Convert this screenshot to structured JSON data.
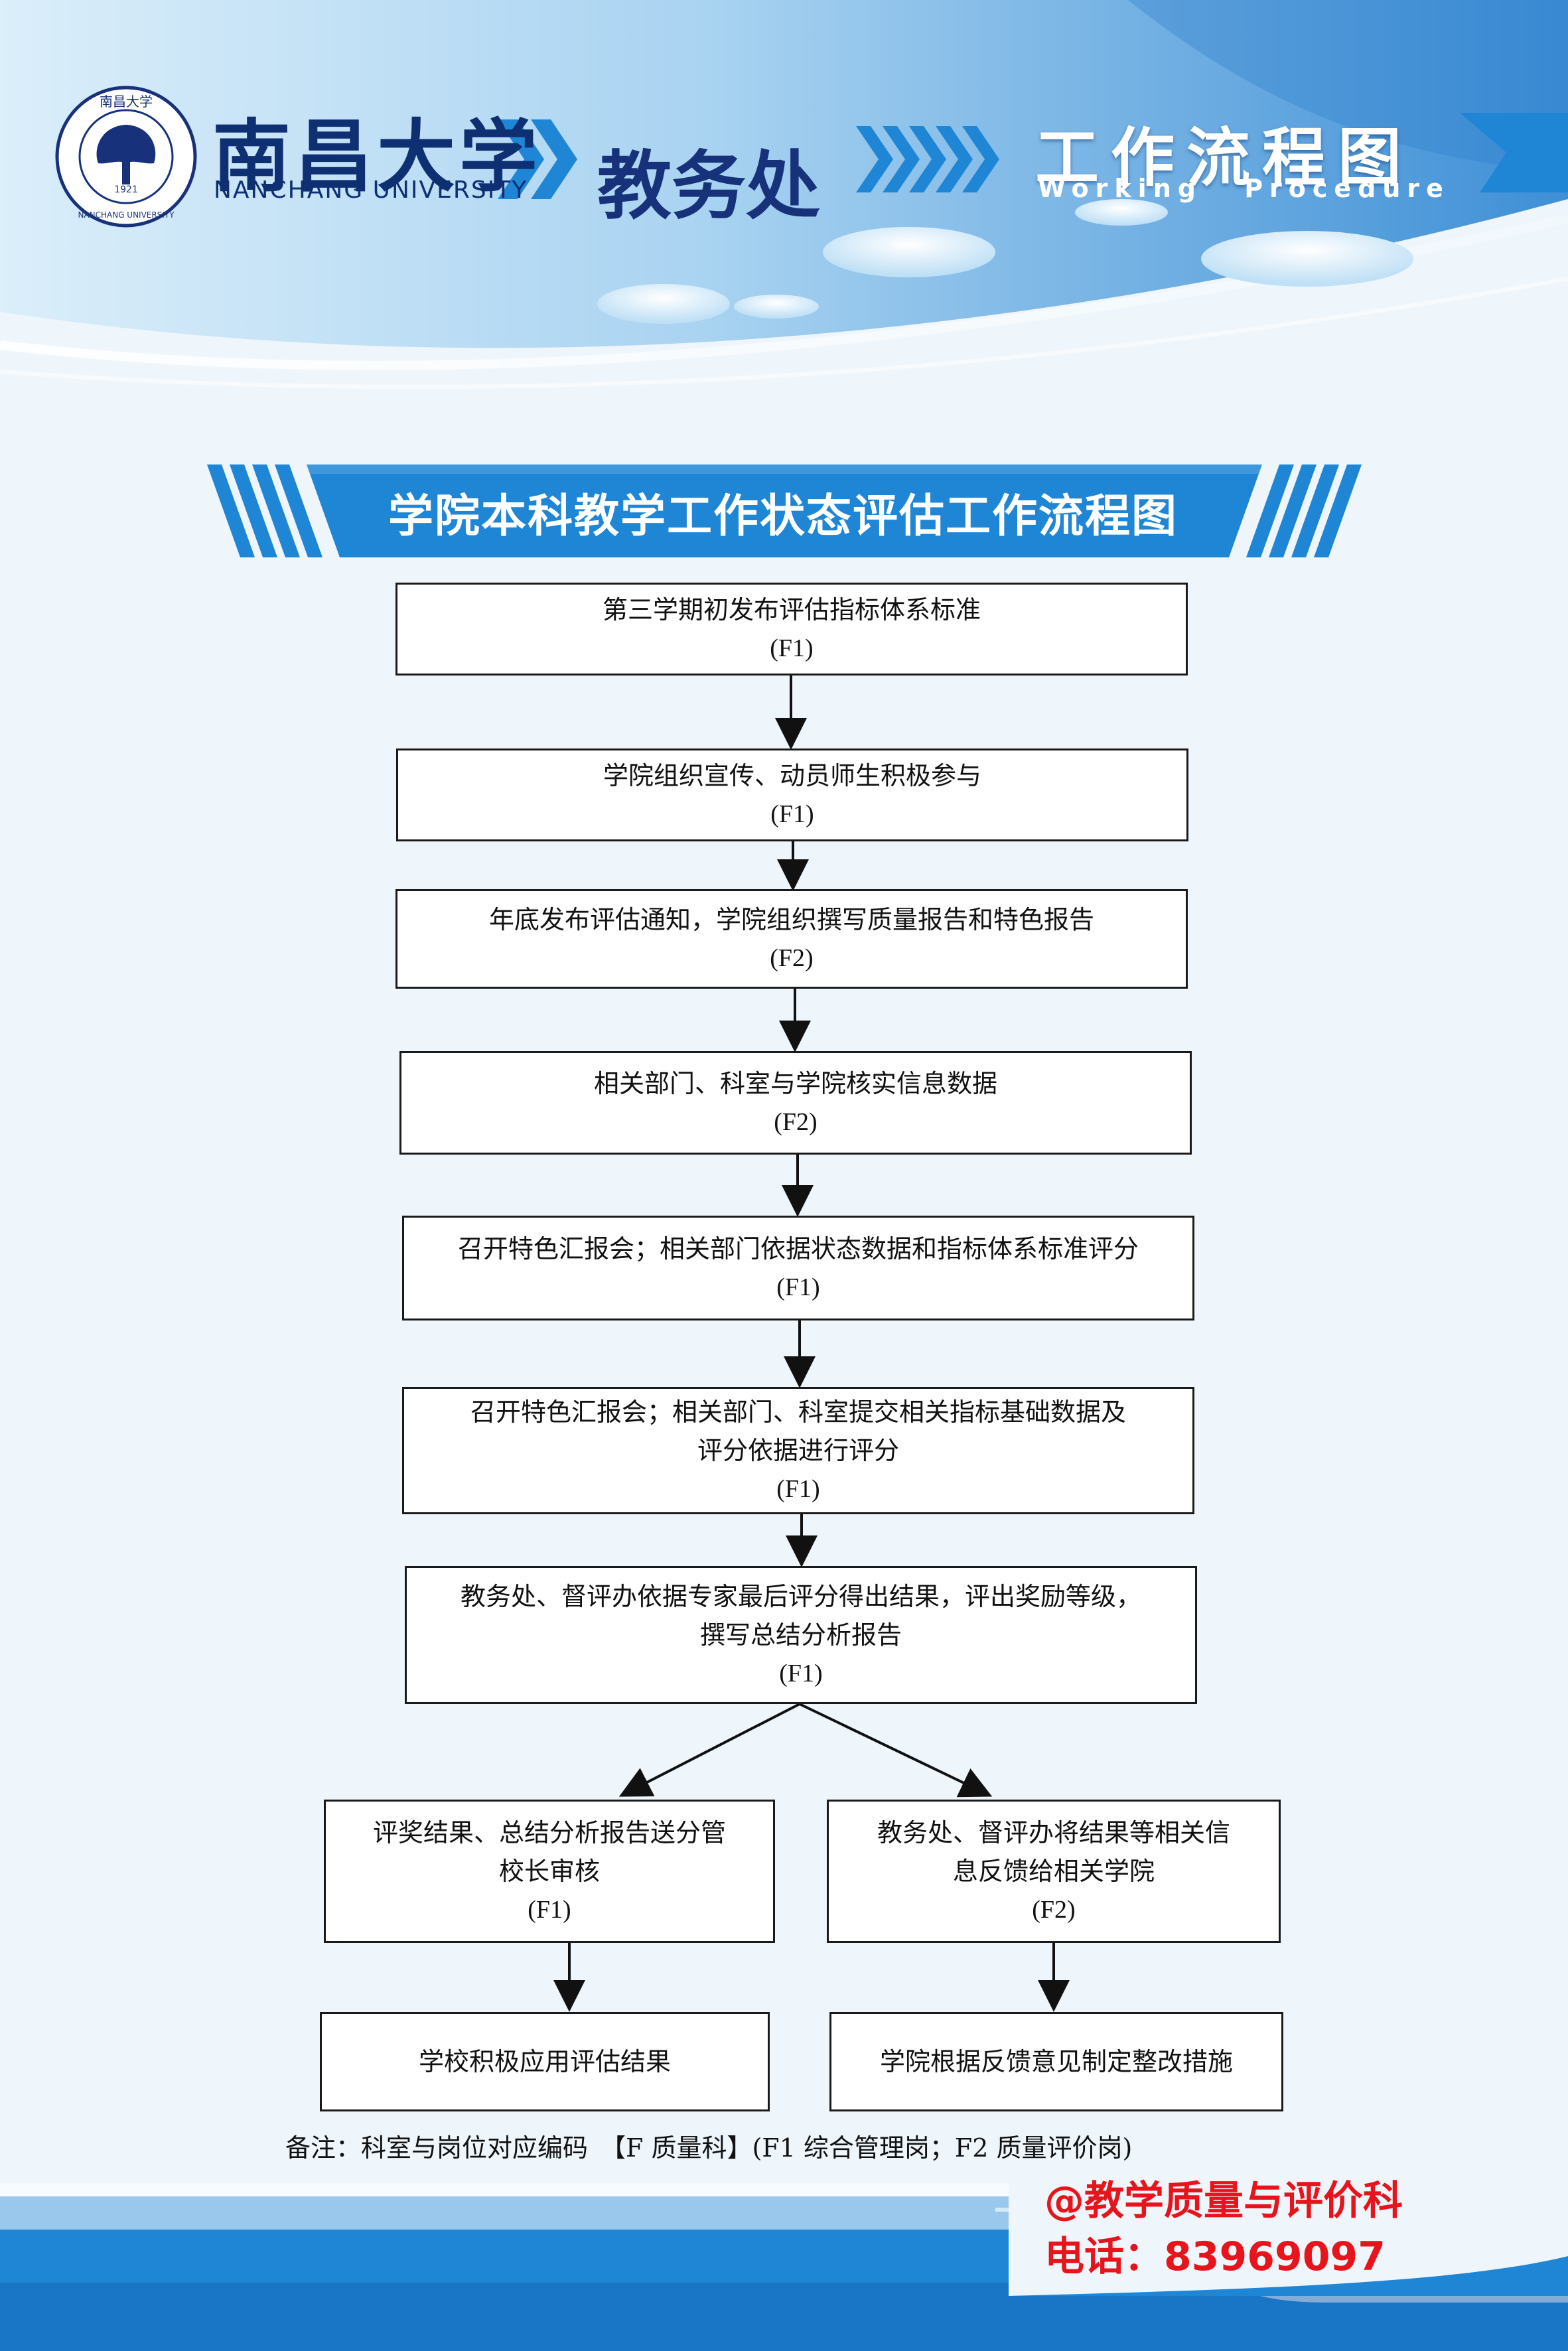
{
  "header": {
    "university_name_cn": "南昌大学",
    "university_name_en": "NANCHANG UNIVERSITY",
    "department": "教务处",
    "title": "工作流程图",
    "subtitle": "Working Procedure",
    "seal_text_top": "南昌大学",
    "seal_text_bottom": "NANCHANG UNIVERSITY",
    "seal_year": "1921"
  },
  "diagram_title": "学院本科教学工作状态评估工作流程图",
  "steps": [
    {
      "lines": [
        "第三学期初发布评估指标体系标准"
      ],
      "code": "(F1)"
    },
    {
      "lines": [
        "学院组织宣传、动员师生积极参与"
      ],
      "code": "(F1)"
    },
    {
      "lines": [
        "年底发布评估通知，学院组织撰写质量报告和特色报告"
      ],
      "code": "(F2)"
    },
    {
      "lines": [
        "相关部门、科室与学院核实信息数据"
      ],
      "code": "(F2)"
    },
    {
      "lines": [
        "召开特色汇报会；相关部门依据状态数据和指标体系标准评分"
      ],
      "code": "(F1)"
    },
    {
      "lines": [
        "召开特色汇报会；相关部门、科室提交相关指标基础数据及",
        "评分依据进行评分"
      ],
      "code": "(F1)"
    },
    {
      "lines": [
        "教务处、督评办依据专家最后评分得出结果，评出奖励等级，",
        "撰写总结分析报告"
      ],
      "code": "(F1)"
    },
    {
      "lines": [
        "评奖结果、总结分析报告送分管",
        "校长审核"
      ],
      "code": "(F1)"
    },
    {
      "lines": [
        "教务处、督评办将结果等相关信",
        "息反馈给相关学院"
      ],
      "code": "(F2)"
    },
    {
      "lines": [
        "学校积极应用评估结果"
      ],
      "code": ""
    },
    {
      "lines": [
        "学院根据反馈意见制定整改措施"
      ],
      "code": ""
    }
  ],
  "note": "备注：科室与岗位对应编码　【F 质量科】(F1 综合管理岗；F2 质量评价岗)",
  "contact": {
    "office": "@教学质量与评价科",
    "phone": "电话：83969097"
  },
  "colors": {
    "primary_blue": "#1f86d6",
    "dark_blue": "#17327a",
    "contact_red": "#e8141b"
  }
}
